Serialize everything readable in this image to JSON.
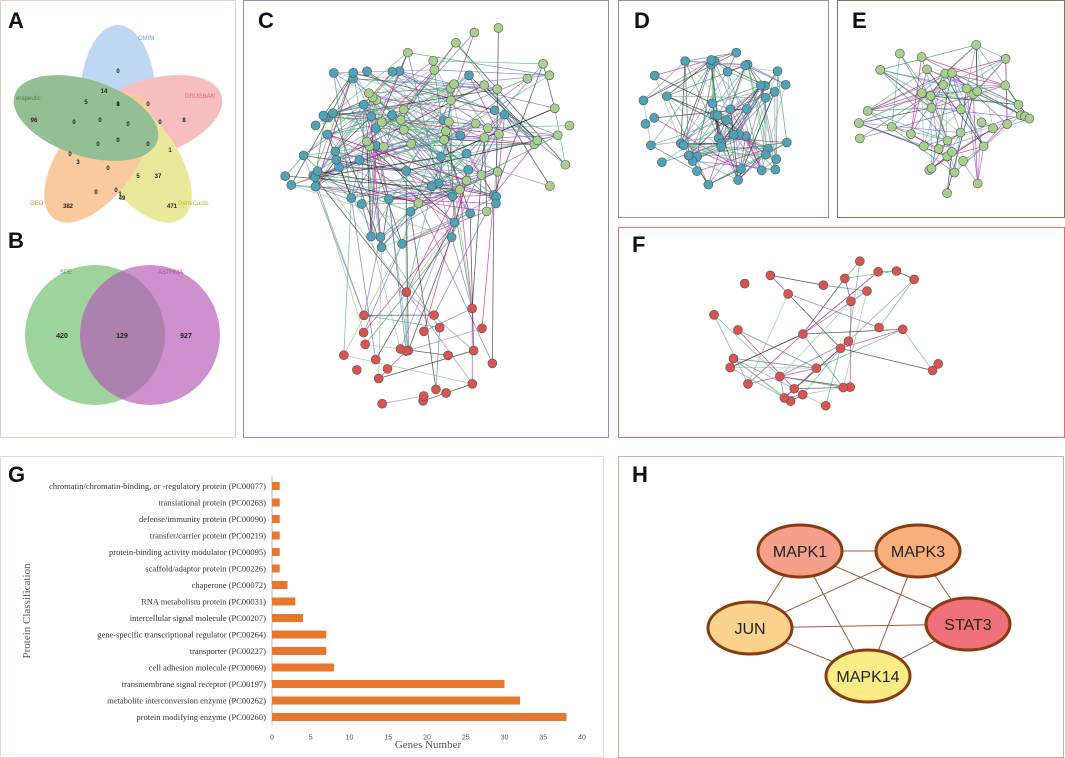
{
  "panels": {
    "a": "A",
    "b": "B",
    "c": "C",
    "d": "D",
    "e": "E",
    "f": "F",
    "g": "G",
    "h": "H"
  },
  "colors": {
    "border_c": "#8a8fbf",
    "border_e": "#7a7a5a",
    "border_f": "#e07070",
    "border_gh": "#c8b0a0",
    "node_teal": "#4fa3b8",
    "node_green": "#a8d08d",
    "node_red": "#d9534f",
    "bar": "#e8772e"
  },
  "venn5": {
    "sets": [
      "OMIM",
      "DRUGBAN",
      "GeneCards",
      "GEO",
      "erapeutic"
    ],
    "counts": [
      "0",
      "14",
      "8",
      "96",
      "0",
      "5",
      "1",
      "0",
      "0",
      "0",
      "0",
      "0",
      "0",
      "0",
      "0",
      "0",
      "3",
      "37",
      "1",
      "382",
      "5",
      "471",
      "49",
      "0",
      "0",
      "0",
      "1"
    ]
  },
  "venn2": {
    "left_label": "SPE",
    "right_label": "ASTHMA",
    "left_only": "420",
    "overlap": "129",
    "right_only": "927"
  },
  "chart_data": {
    "type": "bar",
    "orientation": "horizontal",
    "categories": [
      "chromatin/chromatin-binding, or -regulatory protein (PC00077)",
      "translational protein (PC00263)",
      "defense/immunity protein (PC00090)",
      "transfer/carrier protein (PC00219)",
      "protein-binding activity modulator (PC00095)",
      "scaffold/adaptor protein (PC00226)",
      "chaperone (PC00072)",
      "RNA metabolism protein (PC00031)",
      "intercellular signal molecule (PC00207)",
      "gene-specific transcriptional regulator (PC00264)",
      "transporter (PC00227)",
      "cell adhesion molecule (PC00069)",
      "transmembrane signal receptor (PC00197)",
      "metabolite interconversion enzyme (PC00262)",
      "protein modifying enzyme (PC00260)"
    ],
    "values": [
      1,
      1,
      1,
      1,
      1,
      1,
      2,
      3,
      4,
      7,
      7,
      8,
      30,
      32,
      38
    ],
    "xlabel": "Genes Number",
    "ylabel": "Protein Classification",
    "xlim": [
      0,
      40
    ],
    "xticks": [
      "0",
      "5",
      "10",
      "15",
      "20",
      "25",
      "30",
      "35",
      "40"
    ],
    "grid": false
  },
  "hub_network": {
    "nodes": [
      {
        "id": "MAPK1",
        "color": "#f4a08a"
      },
      {
        "id": "MAPK3",
        "color": "#f7b07c"
      },
      {
        "id": "JUN",
        "color": "#fbd38c"
      },
      {
        "id": "STAT3",
        "color": "#f0707a"
      },
      {
        "id": "MAPK14",
        "color": "#fcec88"
      }
    ],
    "edges": [
      [
        "MAPK1",
        "MAPK3"
      ],
      [
        "MAPK1",
        "JUN"
      ],
      [
        "MAPK1",
        "STAT3"
      ],
      [
        "MAPK1",
        "MAPK14"
      ],
      [
        "MAPK3",
        "JUN"
      ],
      [
        "MAPK3",
        "STAT3"
      ],
      [
        "MAPK3",
        "MAPK14"
      ],
      [
        "JUN",
        "STAT3"
      ],
      [
        "JUN",
        "MAPK14"
      ],
      [
        "STAT3",
        "MAPK14"
      ]
    ]
  }
}
